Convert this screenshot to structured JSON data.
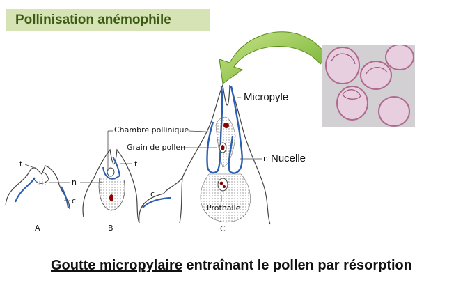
{
  "title": "Pollinisation anémophile",
  "labels": {
    "micropyle": "Micropyle",
    "nucelle": "Nucelle",
    "chambre_pollinique": "Chambre pollinique",
    "grain_de_pollen": "Grain de pollen",
    "prothalle": "Prothalle",
    "t_a": "t",
    "t_b": "t",
    "n_a": "n",
    "n_c": "n",
    "c_a": "c",
    "c_b": "c",
    "panel_a": "A",
    "panel_b": "B",
    "panel_c": "C"
  },
  "caption": {
    "underlined": "Goutte micropylaire",
    "rest": " entraînant le pollen par résorption"
  },
  "colors": {
    "title_bg": "#d6e3b5",
    "title_text": "#3b5a12",
    "arrow": "#8cc63f",
    "outline_blue": "#2b5fb3",
    "pollen_red": "#8b0000"
  }
}
